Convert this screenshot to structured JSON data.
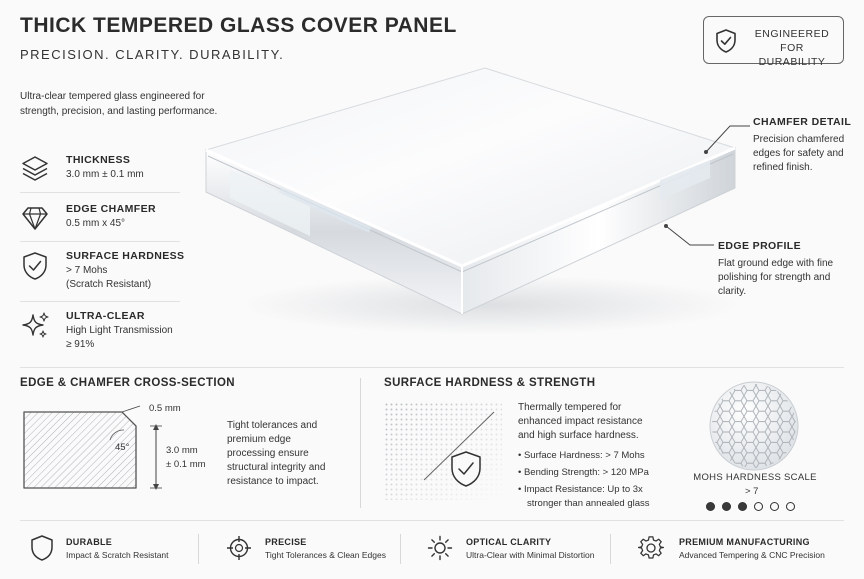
{
  "header": {
    "title": "THICK TEMPERED GLASS COVER PANEL",
    "subtitle": "PRECISION. CLARITY. DURABILITY.",
    "intro": "Ultra-clear tempered glass engineered for strength, precision, and lasting performance."
  },
  "badge": {
    "line1": "ENGINEERED FOR",
    "line2": "DURABILITY",
    "icon": "shield-check-icon"
  },
  "specs": [
    {
      "title": "THICKNESS",
      "line1": "3.0 mm ± 0.1 mm",
      "line2": "",
      "icon": "layers-icon"
    },
    {
      "title": "EDGE CHAMFER",
      "line1": "0.5 mm x 45°",
      "line2": "",
      "icon": "diamond-icon"
    },
    {
      "title": "SURFACE HARDNESS",
      "line1": "> 7 Mohs",
      "line2": "(Scratch Resistant)",
      "icon": "shield-check-icon"
    },
    {
      "title": "ULTRA-CLEAR",
      "line1": "High Light Transmission",
      "line2": "≥ 91%",
      "icon": "sparkle-icon"
    }
  ],
  "callouts": {
    "chamfer": {
      "title": "CHAMFER DETAIL",
      "body": "Precision chamfered edges for safety and refined finish."
    },
    "edge": {
      "title": "EDGE PROFILE",
      "body": "Flat ground edge with fine polishing for strength and clarity."
    }
  },
  "cross_section": {
    "title": "EDGE & CHAMFER CROSS-SECTION",
    "chamfer_label": "0.5 mm",
    "angle_label": "45°",
    "thickness_line1": "3.0 mm",
    "thickness_line2": "± 0.1 mm",
    "description": "Tight tolerances and premium edge processing ensure structural integrity and resistance to impact."
  },
  "hardness": {
    "title": "SURFACE HARDNESS & STRENGTH",
    "description": "Thermally tempered for enhanced impact resistance and high surface hardness.",
    "bullets": [
      "Surface Hardness: > 7 Mohs",
      "Bending Strength: > 120 MPa",
      "Impact Resistance: Up to 3x stronger than annealed glass"
    ],
    "scale_label": "MOHS HARDNESS SCALE",
    "scale_value": "> 7",
    "scale_filled": 3,
    "scale_total": 6
  },
  "footer": [
    {
      "title": "DURABLE",
      "body": "Impact & Scratch Resistant",
      "icon": "shield-icon"
    },
    {
      "title": "PRECISE",
      "body": "Tight Tolerances & Clean Edges",
      "icon": "crosshair-icon"
    },
    {
      "title": "OPTICAL CLARITY",
      "body": "Ultra-Clear with Minimal Distortion",
      "icon": "sun-icon"
    },
    {
      "title": "PREMIUM MANUFACTURING",
      "body": "Advanced Tempering & CNC Precision",
      "icon": "gear-icon"
    }
  ]
}
